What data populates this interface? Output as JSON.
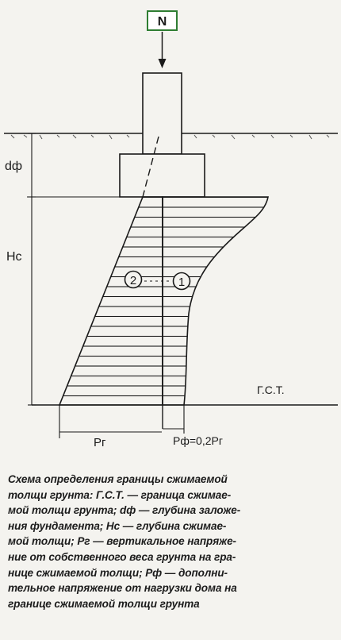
{
  "diagram": {
    "load_label": "N",
    "depth_label": "dф",
    "thickness_label": "Hc",
    "zone_markers": [
      "2",
      "1"
    ],
    "boundary_label": "Г.С.Т.",
    "soil_stress_label": "Pг",
    "foundation_stress_label": "Pф=0,2Pг",
    "colors": {
      "load_box_border": "#2e7d32",
      "ink": "#1a1a1a",
      "paper": "#f4f3ef"
    }
  },
  "caption": {
    "lines": [
      "Схема определения границы сжимаемой",
      "толщи грунта: Г.С.Т. — граница сжимае-",
      "мой толщи грунта; dф — глубина заложе-",
      "ния фундамента; Hc — глубина сжимае-",
      "мой толщи; Pг — вертикальное напряже-",
      "ние от собственного веса грунта на гра-",
      "нице сжимаемой толщи; Pф — дополни-",
      "тельное напряжение от нагрузки дома на",
      "границе сжимаемой толщи грунта"
    ]
  }
}
